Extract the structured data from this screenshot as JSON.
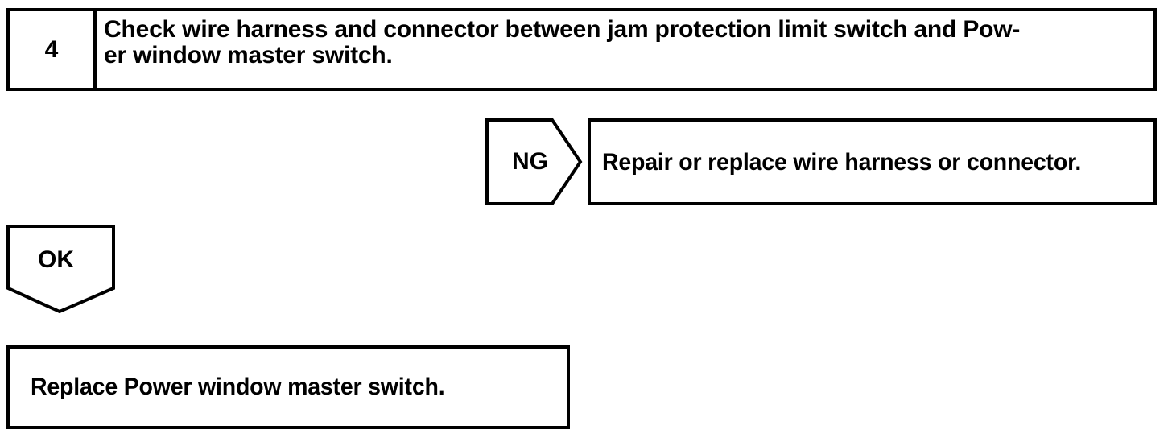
{
  "diagram": {
    "type": "diagnostic-flowchart",
    "stroke_color": "#000000",
    "background_color": "#ffffff",
    "step_row": {
      "number": "4",
      "instruction": "Check wire harness and connector between jam protection limit switch and Pow-\ner window master switch.",
      "instruction_plain": "Check wire harness and connector between jam protection limit switch and Power window master switch."
    },
    "branches": {
      "ng": {
        "label": "NG",
        "shape": "right-arrow-pentagon",
        "result": "Repair or replace wire harness or connector."
      },
      "ok": {
        "label": "OK",
        "shape": "down-arrow-pentagon",
        "result": "Replace Power window master switch."
      }
    }
  }
}
